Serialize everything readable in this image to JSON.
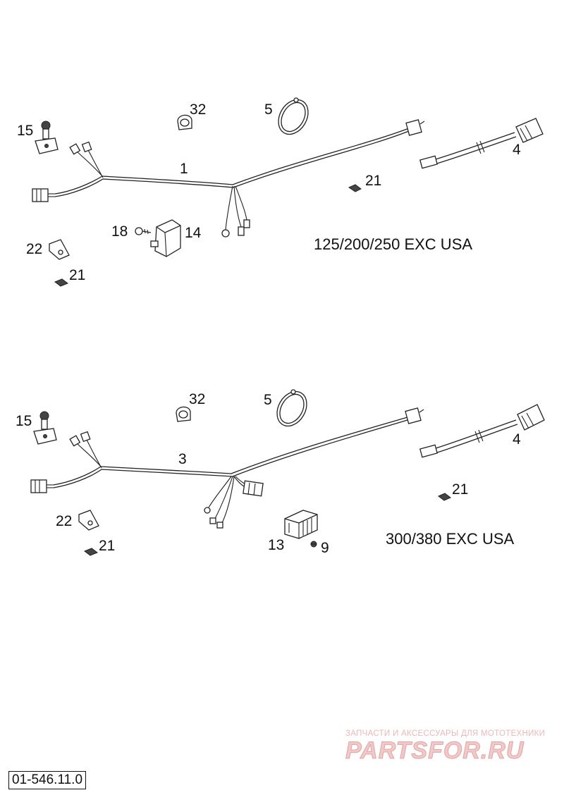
{
  "groups": [
    {
      "caption": "125/200/250 EXC USA",
      "labels": {
        "harness": "1",
        "clamp_32": "32",
        "strap_5": "5",
        "cable_4": "4",
        "clip_21a": "21",
        "clip_21b": "21",
        "switch_15": "15",
        "bracket_22": "22",
        "screw_18": "18",
        "unit_14": "14"
      }
    },
    {
      "caption": "300/380 EXC USA",
      "labels": {
        "harness": "3",
        "clamp_32": "32",
        "strap_5": "5",
        "cable_4": "4",
        "clip_21a": "21",
        "clip_21b": "21",
        "switch_15": "15",
        "bracket_22": "22",
        "regulator_13": "13",
        "screw_9": "9"
      }
    }
  ],
  "drawing_code": "01-546.11.0",
  "watermark": {
    "line1": "ЗАПЧАСТИ И АКСЕССУАРЫ ДЛЯ МОТОТЕХНИКИ",
    "line2": "PARTSFOR.RU"
  }
}
